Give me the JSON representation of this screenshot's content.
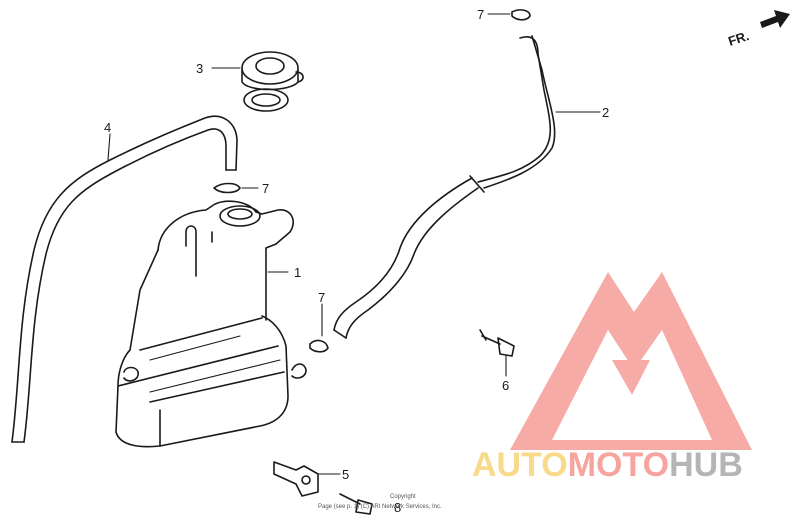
{
  "diagram": {
    "callouts": {
      "part_1": "1",
      "part_2": "2",
      "part_3": "3",
      "part_4": "4",
      "part_5": "5",
      "part_6": "6",
      "part_7a": "7",
      "part_7b": "7",
      "part_7c": "7",
      "part_8": "8"
    },
    "direction_label": "FR.",
    "copyright_line1": "Copyright",
    "copyright_line2": "Page (see p. 1) (C) ARI Network Services, Inc."
  },
  "watermark": {
    "word_auto": "AUTO",
    "word_moto": "MOTO",
    "word_hub": "HUB",
    "colors": {
      "triangle": "#f7a39e",
      "auto": "#f9d98a",
      "moto": "#f7a39e",
      "hub": "#b5b5b5"
    }
  }
}
